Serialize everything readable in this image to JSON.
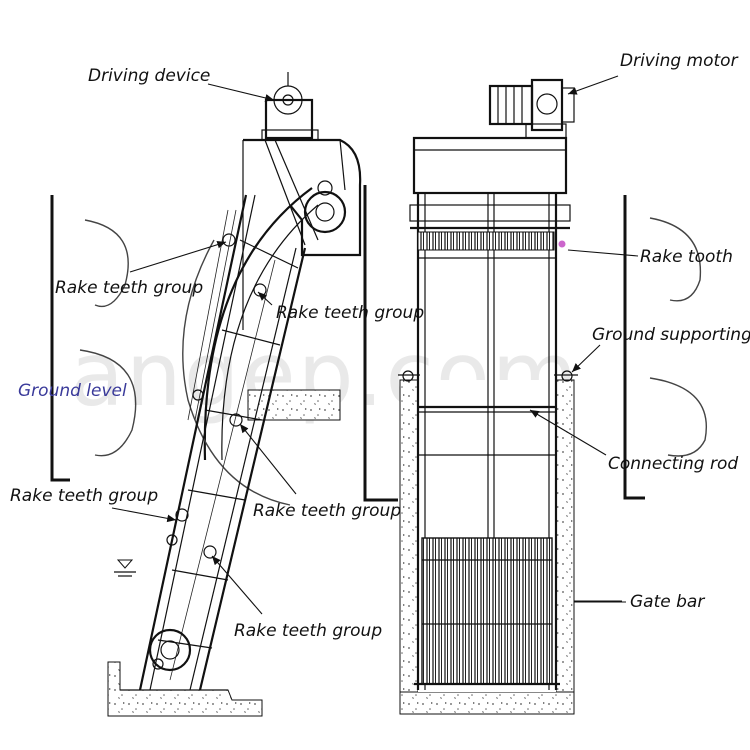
{
  "labels": {
    "driving_device": "Driving device",
    "driving_motor": "Driving motor",
    "rake_teeth_group_1": "Rake teeth group",
    "rake_teeth_group_2": "Rake teeth group",
    "rake_teeth_group_3": "Rake teeth group",
    "rake_teeth_group_4": "Rake teeth group",
    "rake_teeth_group_5": "Rake teeth group",
    "ground_level": "Ground level",
    "rake_tooth": "Rake tooth",
    "ground_supporting": "Ground supporting",
    "connecting_rod": "Connecting rod",
    "gate_bar": "Gate bar"
  },
  "watermark": "angep.com",
  "colors": {
    "line": "#111111",
    "ground_level_text": "#3a3a9a",
    "rake_tooth_marker": "#cc66cc",
    "watermark": "#cfcfcf"
  }
}
